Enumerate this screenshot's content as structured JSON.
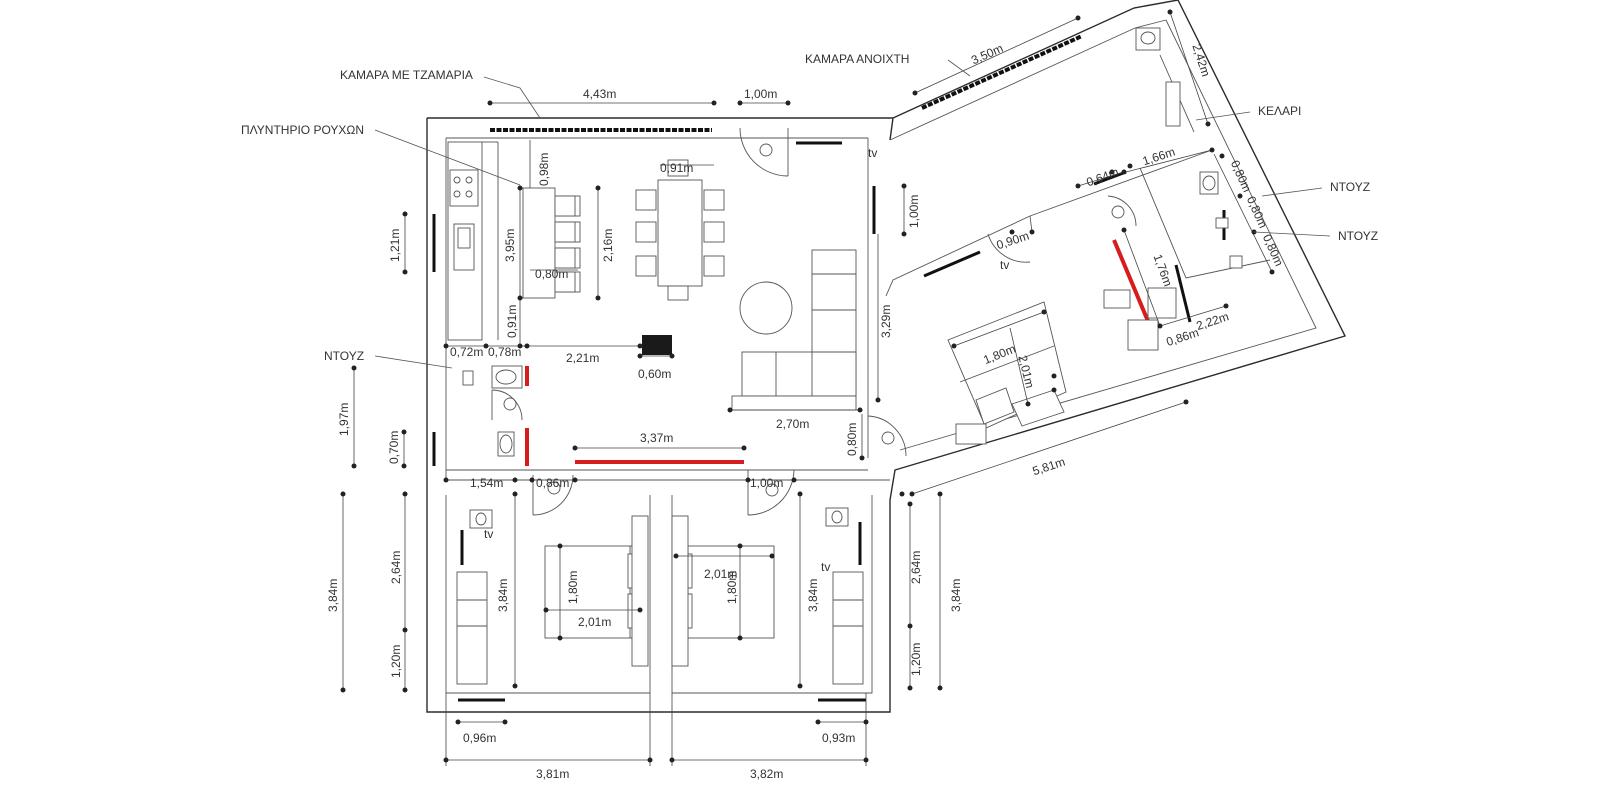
{
  "labels": {
    "kamara_tzamaria": "ΚΑΜΑΡΑ ΜΕ ΤΖΑΜΑΡΙΑ",
    "plyntirio": "ΠΛΥΝΤΗΡΙΟ ΡΟΥΧΩΝ",
    "kamara_anoixti": "ΚΑΜΑΡΑ ΑΝΟΙΧΤΗ",
    "kelari": "ΚΕΛΑΡΙ",
    "ntouz_1": "ΝΤΟΥΖ",
    "ntouz_2": "ΝΤΟΥΖ",
    "ntouz_3": "ΝΤΟΥΖ",
    "tv_1": "tv",
    "tv_2": "tv",
    "tv_3": "tv",
    "tv_4": "tv"
  },
  "dims": {
    "d443": "4,43m",
    "d100a": "1,00m",
    "d350": "3,50m",
    "d242": "2,42m",
    "d098": "0,98m",
    "d091a": "0,91m",
    "d395": "3,95m",
    "d216": "2,16m",
    "d080a": "0,80m",
    "d121": "1,21m",
    "d091b": "0,91m",
    "d072": "0,72m",
    "d078": "0,78m",
    "d221": "2,21m",
    "d060": "0,60m",
    "d100b": "1,00m",
    "d329": "3,29m",
    "d064": "0,64m",
    "d166": "1,66m",
    "d080b": "0,80m",
    "d080c": "0,80m",
    "d080d": "0,80m",
    "d090": "0,90m",
    "d176": "1,76m",
    "d086a": "0,86m",
    "d222": "2,22m",
    "d180a": "1,80m",
    "d201a": "2,01m",
    "d197": "1,97m",
    "d070": "0,70m",
    "d337": "3,37m",
    "d270": "2,70m",
    "d080e": "0,80m",
    "d154": "1,54m",
    "d086b": "0,86m",
    "d100c": "1,00m",
    "d581": "5,81m",
    "d384a": "3,84m",
    "d264a": "2,64m",
    "d120a": "1,20m",
    "d384b": "3,84m",
    "d180b": "1,80m",
    "d201b": "2,01m",
    "d201c": "2,01m",
    "d180c": "1,80m",
    "d384c": "3,84m",
    "d264b": "2,64m",
    "d120b": "1,20m",
    "d384d": "3,84m",
    "d096": "0,96m",
    "d093": "0,93m",
    "d381": "3,81m",
    "d382": "3,82m"
  }
}
